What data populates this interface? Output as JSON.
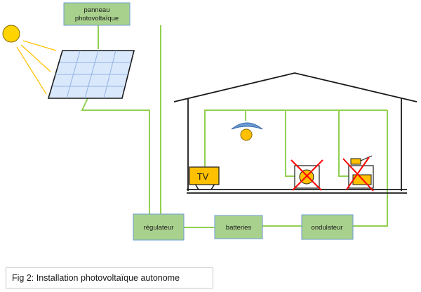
{
  "labels": {
    "panel": [
      "panneau",
      "photovoltaïque"
    ],
    "regulator": "régulateur",
    "batteries": "batteries",
    "inverter": "ondulateur",
    "tv": "TV"
  },
  "caption": "Fig 2:  Installation photovoltaïque autonome",
  "colors": {
    "box_fill": "#a9d18e",
    "box_stroke": "#6b9bd2",
    "wire": "#92d050",
    "sun": "#ffc000",
    "appliance_fill": "#ffc000",
    "cross": "#ff0000",
    "house": "#1a1a1a"
  }
}
